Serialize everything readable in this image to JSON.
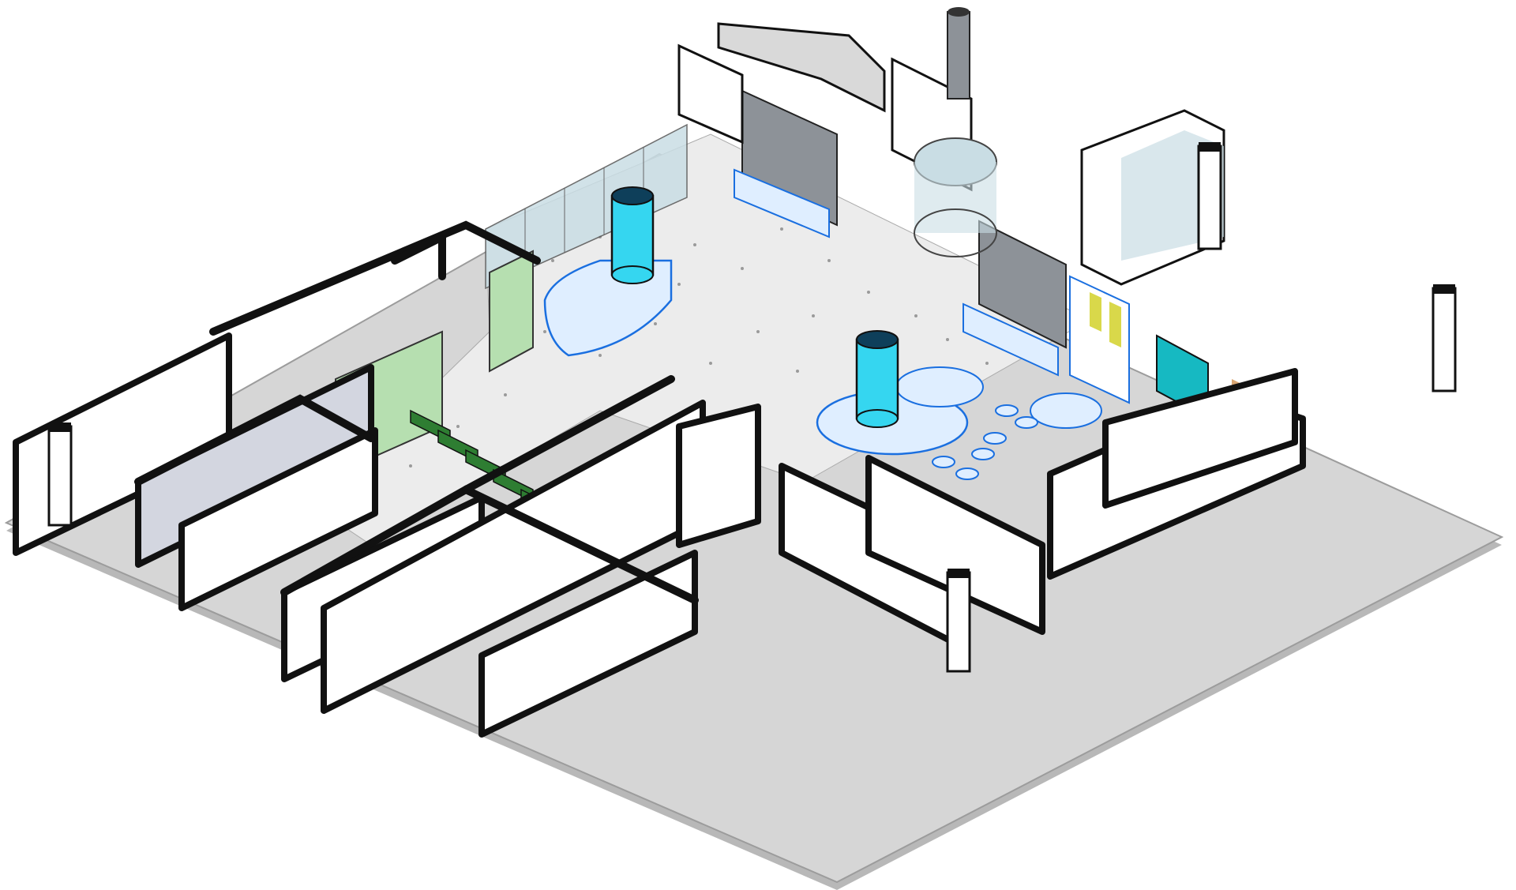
{
  "diagram": {
    "type": "isometric-floor-plan",
    "labels": [],
    "colors": {
      "background": "#ffffff",
      "slab": "#d6d6d6",
      "slab_edge": "#b8b8b8",
      "floor": "#ececec",
      "wall_top": "#111111",
      "wall_face": "#ffffff",
      "glass": "#c9dde4",
      "feature_wall": "#8d9298",
      "column_fill": "#35d6f0",
      "furniture_stroke": "#1a6fe0",
      "furniture_fill": "#dfeeff",
      "green_screen": "#b6dfb0",
      "yellow_panel": "#d9d84a",
      "teal_panel": "#16b9c2",
      "wood": "#d9a673"
    },
    "elements": {
      "lobby": "lobby-floor",
      "reception": "reception-desk",
      "columns": [
        "glass-column",
        "glass-column"
      ],
      "revolving_door": "revolving-door",
      "chimney": "chimney-pipe",
      "turnstiles": 5,
      "sofas": 2,
      "lounge_tables": 6,
      "pillars": 4
    }
  }
}
